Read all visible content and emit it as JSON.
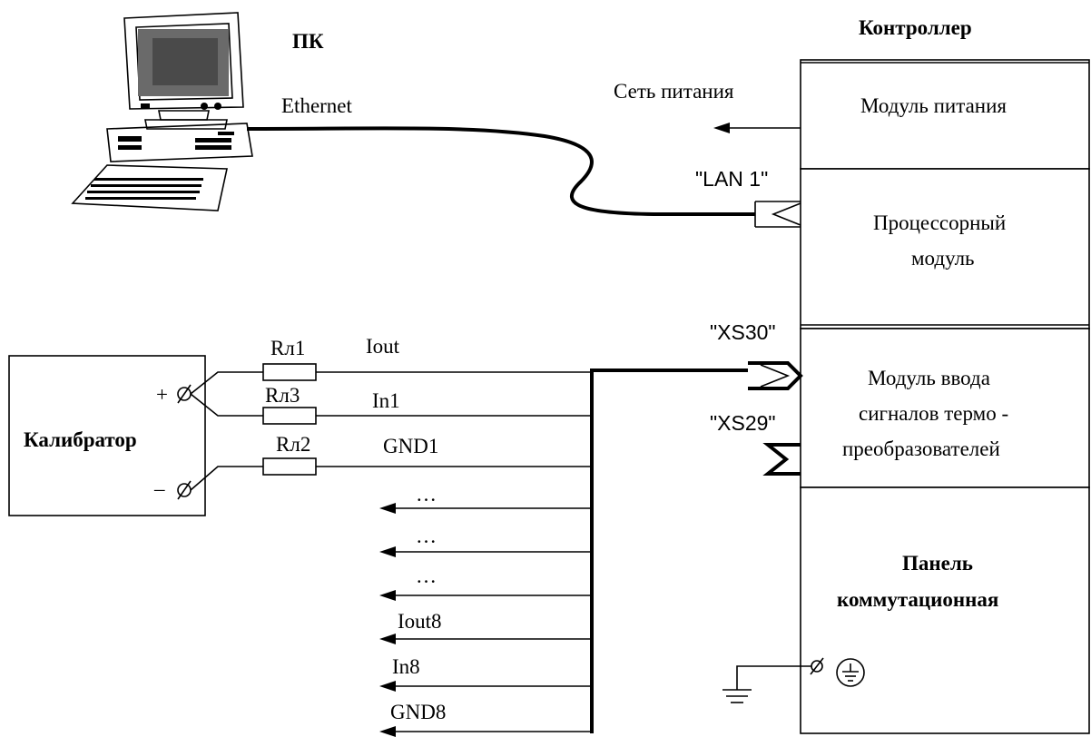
{
  "labels": {
    "pc": "ПК",
    "ethernet": "Ethernet",
    "controller": "Контроллер",
    "mains": "Сеть питания",
    "power_module": "Модуль питания",
    "lan1": "\"LAN 1\"",
    "cpu_module_l1": "Процессорный",
    "cpu_module_l2": "модуль",
    "xs30": "\"XS30\"",
    "xs29": "\"XS29\"",
    "input_module_l1": "Модуль ввода",
    "input_module_l2": "сигналов термо -",
    "input_module_l3": "преобразователей",
    "panel_l1": "Панель",
    "panel_l2": "коммутационная",
    "calibrator": "Калибратор",
    "plus": "+",
    "minus": "–",
    "r1": "Rл1",
    "r3": "Rл3",
    "r2": "Rл2",
    "iout": "Iout",
    "in1": "In1",
    "gnd1": "GND1",
    "dots1": "…",
    "dots2": "…",
    "dots3": "…",
    "iout8": "Iout8",
    "in8": "In8",
    "gnd8": "GND8"
  },
  "icons": {
    "computer": "computer-icon",
    "ground": "ground-icon",
    "protective_earth": "protective-earth-icon"
  }
}
